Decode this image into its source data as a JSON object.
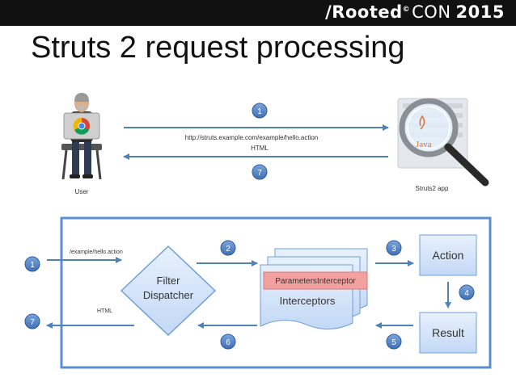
{
  "header": {
    "brand_main": "/Rooted",
    "brand_con": "CON",
    "brand_year": "2015"
  },
  "title": "Struts 2 request processing",
  "top": {
    "step_request": "1",
    "step_response": "7",
    "url": "http://struts.example.com/example/hello.action",
    "html_label": "HTML",
    "user_label": "User",
    "app_label": "Struts2 app",
    "java_label": "Java"
  },
  "flow": {
    "step_in": "1",
    "step_out": "7",
    "in_path": "/example/hello.action",
    "out_html": "HTML",
    "filter_line1": "Filter",
    "filter_line2": "Dispatcher",
    "step_2": "2",
    "step_3": "3",
    "step_4": "4",
    "step_5": "5",
    "step_6": "6",
    "interceptor_highlight": "ParametersInterceptor",
    "interceptors_label": "Interceptors",
    "action_label": "Action",
    "result_label": "Result"
  },
  "colors": {
    "accent": "#4f81bd",
    "border_box": "#5b8fd1",
    "highlight": "#f3a0a0"
  }
}
